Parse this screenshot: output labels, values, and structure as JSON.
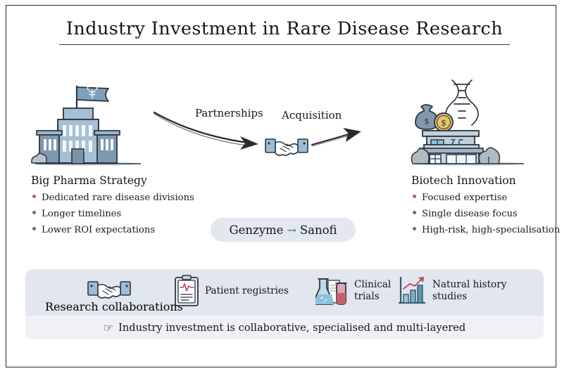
{
  "poster": {
    "title": "Industry Investment in Rare Disease Research",
    "accent_blue": "#2f6fb5",
    "bullet_red": "#a8616b",
    "bullet_blue": "#5b7094",
    "panel_bg": "#e2e6ee",
    "footer_bg": "#eff1f6",
    "illustration_blue": "#9cb6cc",
    "outline": "#2a2a2e"
  },
  "left_column": {
    "icon": "pharma-building-icon",
    "heading": "Big Pharma Strategy",
    "bullets": [
      {
        "text": "Dedicated rare disease divisions",
        "color": "#a8616b"
      },
      {
        "text": "Longer timelines",
        "color": "#5b7094"
      },
      {
        "text": "Lower ROI expectations",
        "color": "#5b7094"
      }
    ]
  },
  "right_column": {
    "icon": "biotech-lab-icon",
    "heading": "Biotech Innovation",
    "bullets": [
      {
        "text": "Focused expertise",
        "color": "#a8616b"
      },
      {
        "text": "Single disease focus",
        "color": "#5b7094"
      },
      {
        "text": "High-risk, high-specialisation",
        "color": "#5b7094"
      }
    ]
  },
  "flow": {
    "label_left": "Partnerships",
    "label_right": "Acquisition",
    "middle_icon": "handshake-icon"
  },
  "deal": {
    "from": "Genzyme",
    "arrow": "→",
    "to": "Sanofi"
  },
  "bottom_panel": {
    "items": [
      {
        "icon": "handshake-icon",
        "label": "Research collaborations"
      },
      {
        "icon": "clipboard-ecg-icon",
        "label": "Patient registries"
      },
      {
        "icon": "flask-testtube-icon",
        "label": "Clinical\ntrials",
        "line1": "Clinical",
        "line2": "trials"
      },
      {
        "icon": "bar-chart-trend-icon",
        "label": "Natural history\nstudies",
        "line1": "Natural history",
        "line2": "studies"
      }
    ],
    "footer": {
      "glyph": "☞",
      "text": "Industry investment is collaborative, specialised and multi-layered"
    }
  }
}
